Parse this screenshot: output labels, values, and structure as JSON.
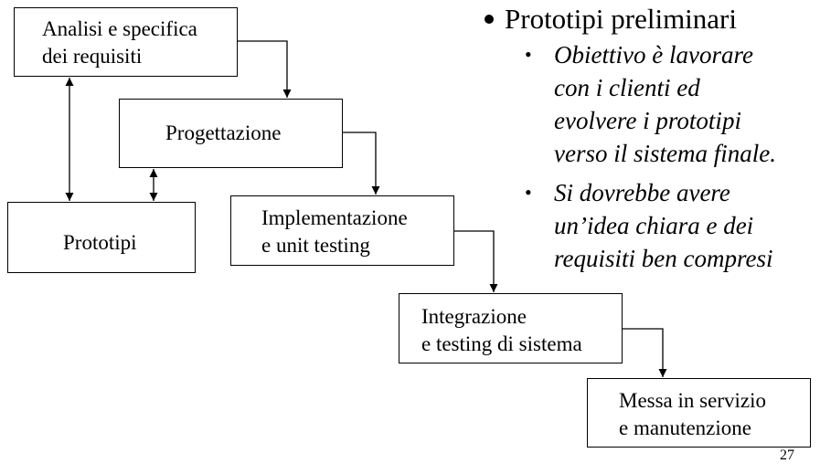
{
  "diagram": {
    "boxes": {
      "analisi": [
        "Analisi e specifica",
        "dei requisiti"
      ],
      "progettazione": [
        "Progettazione"
      ],
      "prototipi": [
        "Prototipi"
      ],
      "implementazione": [
        "Implementazione",
        "e unit testing"
      ],
      "integrazione": [
        "Integrazione",
        "e testing di sistema"
      ],
      "messa": [
        "Messa in servizio",
        "e manutenzione"
      ]
    }
  },
  "bullets": {
    "main": "Prototipi preliminari",
    "sub": [
      [
        "Obiettivo è lavorare",
        "con i clienti ed",
        "evolvere i prototipi",
        "verso il sistema finale."
      ],
      [
        "Si dovrebbe avere",
        "un’idea chiara e dei",
        "requisiti ben compresi"
      ]
    ]
  },
  "page_number": "27"
}
